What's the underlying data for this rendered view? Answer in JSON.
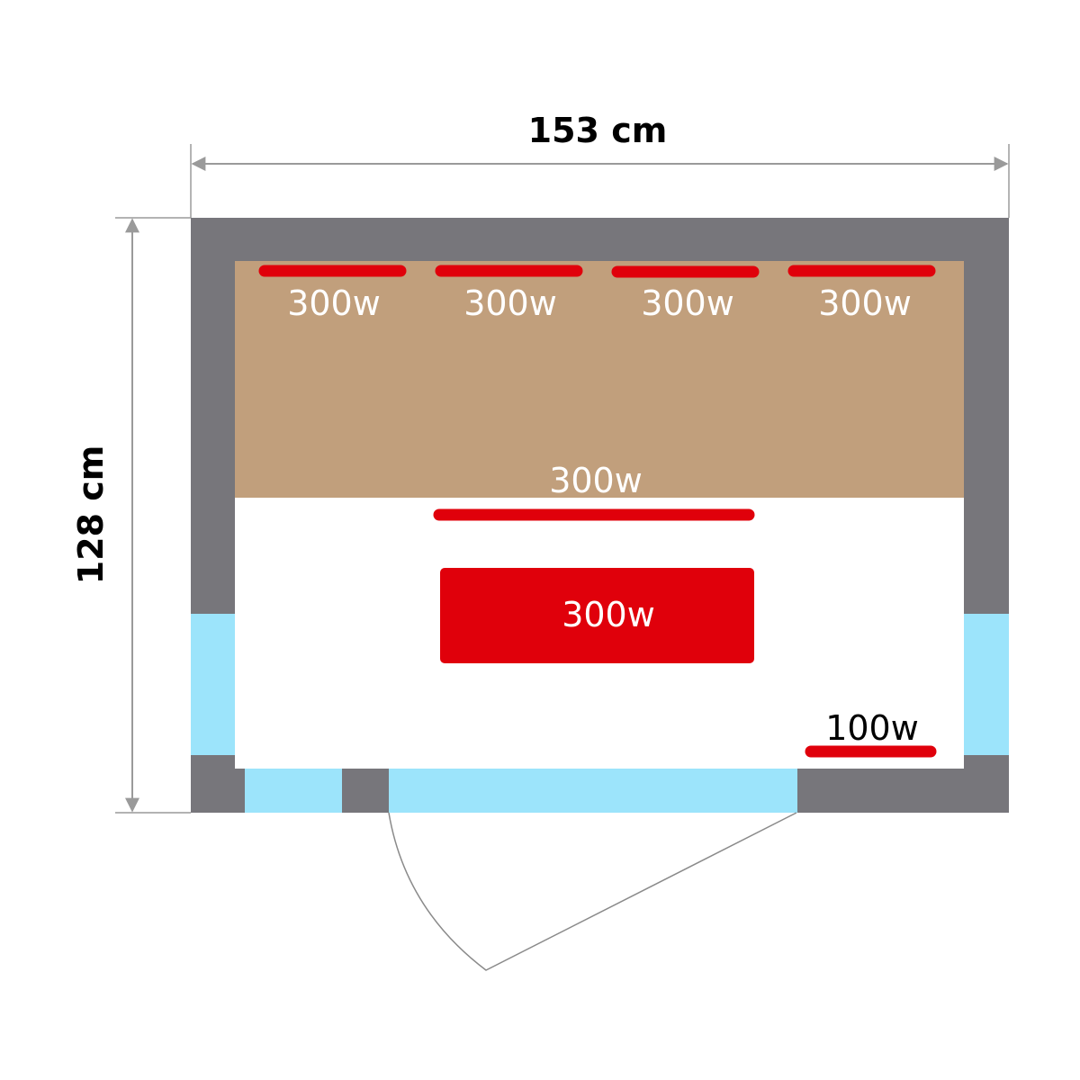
{
  "dimensions": {
    "width_label": "153 cm",
    "height_label": "128 cm"
  },
  "heaters": {
    "back_1": "300w",
    "back_2": "300w",
    "back_3": "300w",
    "back_4": "300w",
    "bench_front": "300w",
    "floor": "300w",
    "corner": "100w"
  },
  "colors": {
    "wall": "#77767b",
    "glass": "#9ce4fb",
    "bench": "#c19f7c",
    "heater": "#e0000b",
    "interior": "#ffffff",
    "dimension_line": "#9a9a9a"
  }
}
